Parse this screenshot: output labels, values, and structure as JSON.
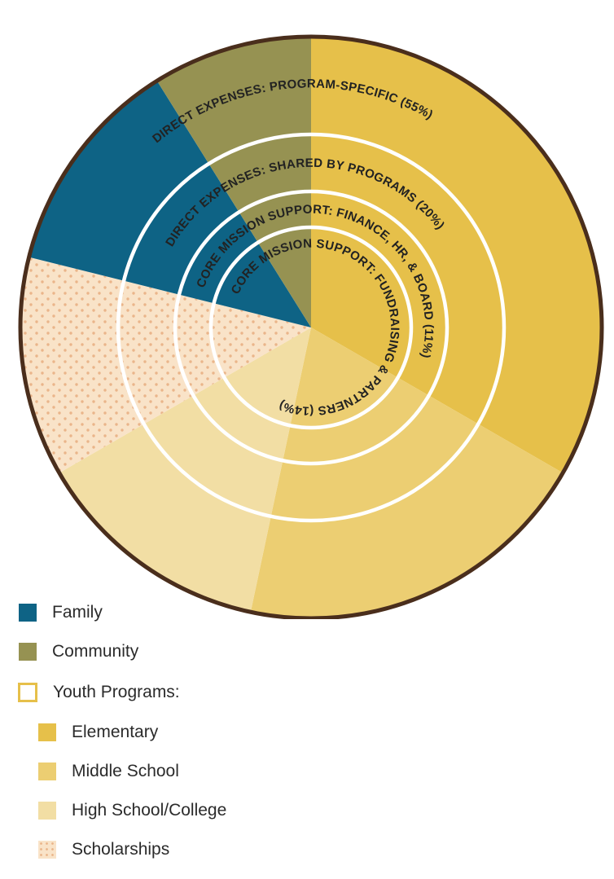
{
  "colors": {
    "family": "#0e6385",
    "community": "#969252",
    "elementary": "#e6c04a",
    "middle_school": "#ecce72",
    "high_school_college": "#f2dea4",
    "scholarships": "#f9e3c8",
    "scholarship_dots": "#eab58a",
    "outline": "#4a2e1c",
    "ring_line": "#ffffff"
  },
  "chart_data": {
    "type": "pie",
    "segments": [
      {
        "name": "Elementary",
        "start_deg": 0,
        "end_deg": 120,
        "color_key": "elementary"
      },
      {
        "name": "Middle School",
        "start_deg": 120,
        "end_deg": 192,
        "color_key": "middle_school"
      },
      {
        "name": "High School/College",
        "start_deg": 192,
        "end_deg": 240,
        "color_key": "high_school_college"
      },
      {
        "name": "Scholarships",
        "start_deg": 240,
        "end_deg": 284,
        "color_key": "scholarships",
        "pattern": "dots"
      },
      {
        "name": "Family",
        "start_deg": 284,
        "end_deg": 328,
        "color_key": "family"
      },
      {
        "name": "Community",
        "start_deg": 328,
        "end_deg": 360,
        "color_key": "community"
      }
    ],
    "rings": [
      {
        "label": "DIRECT EXPENSES: PROGRAM-SPECIFIC (55%)",
        "percent": 55
      },
      {
        "label": "DIRECT EXPENSES: SHARED BY PROGRAMS (20%)",
        "percent": 20
      },
      {
        "label": "CORE MISSION SUPPORT: FINANCE, HR, & BOARD (11%)",
        "percent": 11
      },
      {
        "label": "CORE MISSION SUPPORT: FUNDRAISING & PARTNERS (14%)",
        "percent": 14
      }
    ]
  },
  "legend": {
    "family": "Family",
    "community": "Community",
    "youth_programs": "Youth Programs:",
    "elementary": "Elementary",
    "middle_school": "Middle School",
    "high_school_college": "High School/College",
    "scholarships": "Scholarships"
  }
}
